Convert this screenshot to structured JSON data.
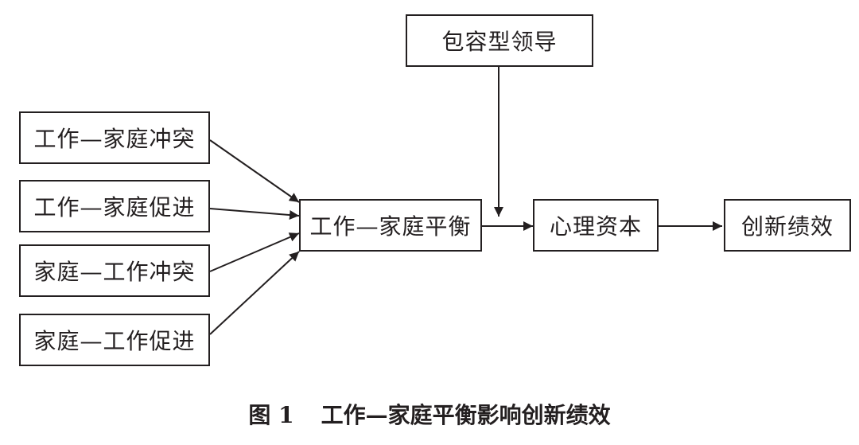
{
  "nodes": {
    "inclusive_leadership": "包容型领导",
    "wfc": "工作—家庭冲突",
    "wff": "工作—家庭促进",
    "fwc": "家庭—工作冲突",
    "fwf": "家庭—工作促进",
    "wfb": "工作—家庭平衡",
    "psycap": "心理资本",
    "innovation": "创新绩效"
  },
  "edges": [
    {
      "from": "工作—家庭冲突",
      "to": "工作—家庭平衡"
    },
    {
      "from": "工作—家庭促进",
      "to": "工作—家庭平衡"
    },
    {
      "from": "家庭—工作冲突",
      "to": "工作—家庭平衡"
    },
    {
      "from": "家庭—工作促进",
      "to": "工作—家庭平衡"
    },
    {
      "from": "工作—家庭平衡",
      "to": "心理资本"
    },
    {
      "from": "心理资本",
      "to": "创新绩效"
    },
    {
      "from": "包容型领导",
      "to": "工作—家庭平衡 → 心理资本",
      "type": "moderation"
    }
  ],
  "caption": {
    "number": "图 1",
    "title": "工作—家庭平衡影响创新绩效"
  }
}
